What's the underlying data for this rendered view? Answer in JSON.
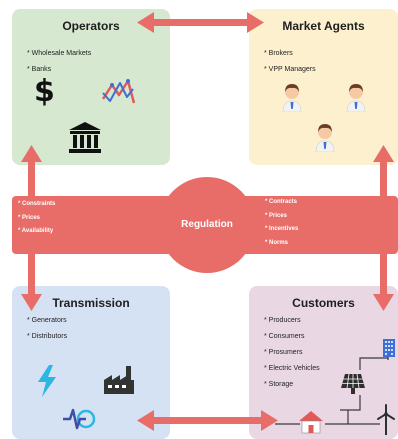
{
  "colors": {
    "operators_bg": "#d6e8d0",
    "agents_bg": "#fdf0cf",
    "transmission_bg": "#d5e2f3",
    "customers_bg": "#e9d7e4",
    "regulation": "#e86d69"
  },
  "operators": {
    "title": "Operators",
    "items": [
      "* Wholesale Markets",
      "* Banks"
    ],
    "icons": [
      "dollar-icon",
      "line-chart-icon",
      "bank-icon"
    ]
  },
  "market_agents": {
    "title": "Market Agents",
    "items": [
      "* Brokers",
      "* VPP Managers"
    ],
    "icons": [
      "businessman-icon",
      "businessman-icon",
      "businessman-icon"
    ]
  },
  "regulation": {
    "title": "Regulation",
    "left_items": [
      "* Constraints",
      "* Prices",
      "* Availability"
    ],
    "right_items": [
      "* Contracts",
      "* Prices",
      "* Incentives",
      "* Norms"
    ]
  },
  "transmission": {
    "title": "Transmission",
    "items": [
      "* Generators",
      "* Distributors"
    ],
    "icons": [
      "lightning-icon",
      "factory-icon",
      "pulse-icon"
    ]
  },
  "customers": {
    "title": "Customers",
    "items": [
      "* Producers",
      "* Consumers",
      "* Prosumers",
      "* Electric Vehicles",
      "* Storage"
    ],
    "icons": [
      "building-icon",
      "solar-panel-icon",
      "house-icon",
      "wind-turbine-icon"
    ]
  }
}
